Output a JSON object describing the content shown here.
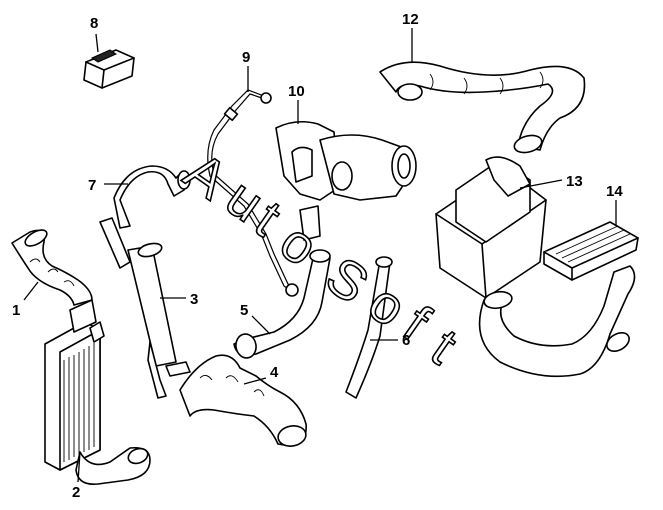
{
  "callouts": [
    {
      "id": "1",
      "label": "1"
    },
    {
      "id": "2",
      "label": "2"
    },
    {
      "id": "3",
      "label": "3"
    },
    {
      "id": "4",
      "label": "4"
    },
    {
      "id": "5",
      "label": "5"
    },
    {
      "id": "6",
      "label": "6"
    },
    {
      "id": "7",
      "label": "7"
    },
    {
      "id": "8",
      "label": "8"
    },
    {
      "id": "9",
      "label": "9"
    },
    {
      "id": "10",
      "label": "10"
    },
    {
      "id": "12",
      "label": "12"
    },
    {
      "id": "13",
      "label": "13"
    },
    {
      "id": "14",
      "label": "14"
    }
  ],
  "watermark": {
    "chars": [
      "A",
      "u",
      "t",
      "o",
      "S",
      "o",
      "f",
      "t"
    ]
  }
}
